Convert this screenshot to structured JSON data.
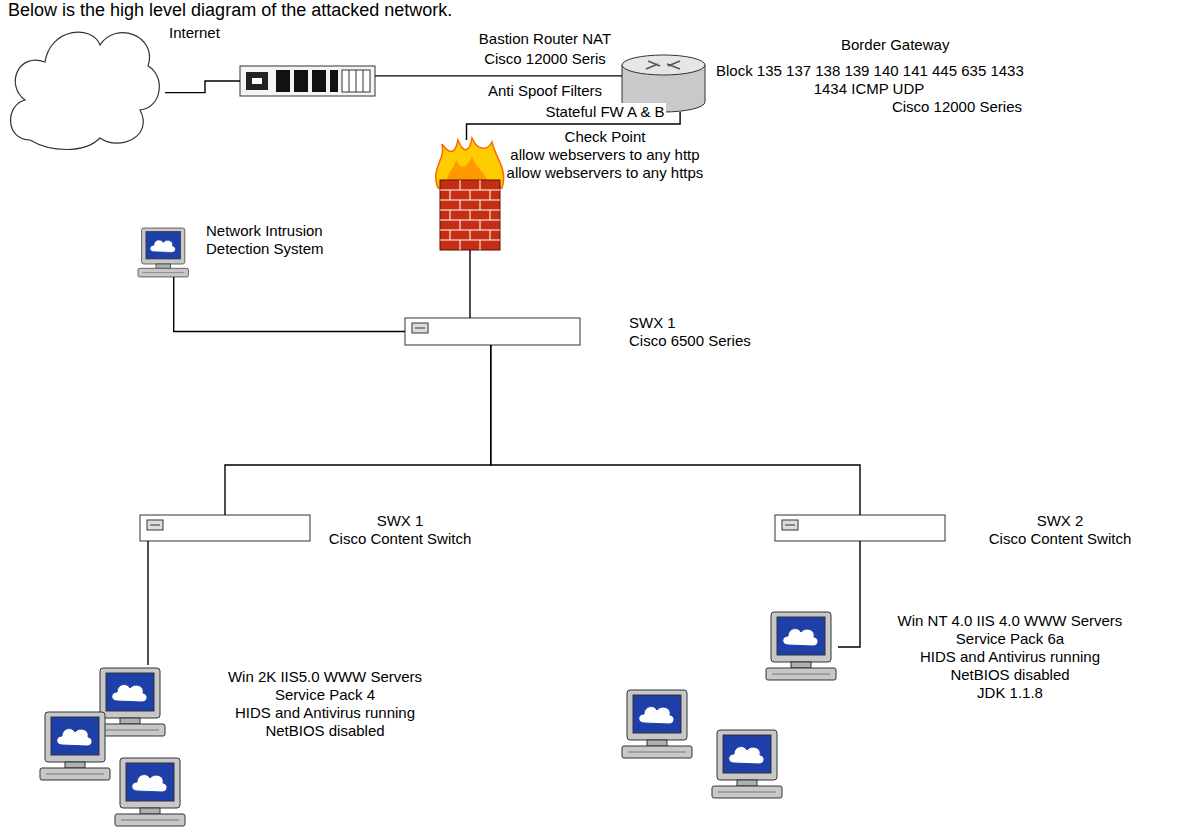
{
  "diagram": {
    "title": "Below is the high level diagram of the attacked network.",
    "nodes": [
      {
        "text": [
          "Internet"
        ]
      },
      {
        "text": [
          "Bastion Router NAT",
          "Cisco 12000 Seris",
          "Anti Spoof Filters"
        ]
      },
      {
        "text": [
          "Border Gateway",
          "Block 135 137 138 139 140 141 445 635 1433",
          "1434 ICMP UDP",
          "Cisco 12000 Series"
        ]
      },
      {
        "text": [
          "Stateful FW A & B",
          "Check Point",
          "allow webservers to any http",
          "allow webservers to any https"
        ]
      },
      {
        "text": [
          "Network Intrusion",
          "Detection System"
        ]
      },
      {
        "text": [
          "SWX 1",
          "Cisco 6500 Series"
        ]
      },
      {
        "text": [
          "SWX 1",
          "Cisco Content Switch"
        ]
      },
      {
        "text": [
          "SWX 2",
          "Cisco Content Switch"
        ]
      },
      {
        "text": [
          "Win 2K IIS5.0 WWW Servers",
          "Service Pack 4",
          "HIDS and Antivirus running",
          "NetBIOS disabled"
        ]
      },
      {
        "text": [
          "Win NT 4.0 IIS 4.0 WWW Servers",
          "Service Pack 6a",
          "HIDS and Antivirus running",
          "NetBIOS disabled",
          "JDK 1.1.8"
        ]
      }
    ],
    "edges": [
      {
        "from": 0,
        "to": 1,
        "arrow": "none"
      },
      {
        "from": 1,
        "to": 2,
        "arrow": "none"
      },
      {
        "from": 2,
        "to": 3,
        "arrow": "none"
      },
      {
        "from": 3,
        "to": 5,
        "arrow": "none"
      },
      {
        "from": 4,
        "to": 5,
        "arrow": "none"
      },
      {
        "from": 5,
        "to": 6,
        "arrow": "none"
      },
      {
        "from": 5,
        "to": 7,
        "arrow": "none"
      },
      {
        "from": 6,
        "to": 8,
        "arrow": "none"
      },
      {
        "from": 7,
        "to": 9,
        "arrow": "none"
      }
    ]
  }
}
